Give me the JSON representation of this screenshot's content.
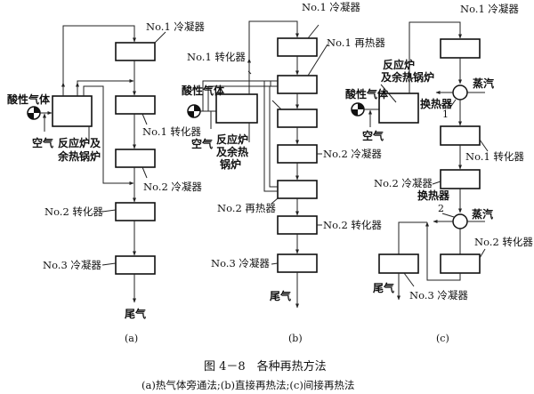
{
  "figure": {
    "title": "图 4－8　各种再热方法",
    "subtitle": "(a)热气体旁通法;(b)直接再热法;(c)间接再热法"
  },
  "panel_a": {
    "label": "(a)",
    "acid_gas": "酸性气体",
    "air": "空气",
    "furnace_line1": "反应炉及",
    "furnace_line2": "余热锅炉",
    "condenser1": "No.1 冷凝器",
    "converter1": "No.1 转化器",
    "condenser2": "No.2 冷凝器",
    "converter2": "No.2 转化器",
    "condenser3": "No.3 冷凝器",
    "tail_gas": "尾气"
  },
  "panel_b": {
    "label": "(b)",
    "acid_gas": "酸性气体",
    "air": "空气",
    "furnace_line1": "反应炉",
    "furnace_line2": "及余热",
    "furnace_line3": "锅炉",
    "condenser1": "No.1 冷凝器",
    "reheater1": "No.1 再热器",
    "converter1": "No.1 转化器",
    "condenser2": "No.2 冷凝器",
    "reheater2": "No.2 再热器",
    "converter2": "No.2 转化器",
    "condenser3": "No.3 冷凝器",
    "tail_gas": "尾气"
  },
  "panel_c": {
    "label": "(c)",
    "acid_gas": "酸性气体",
    "air": "空气",
    "furnace_line1": "反应炉",
    "furnace_line2": "及余热锅炉",
    "condenser1": "No.1 冷凝器",
    "exchanger": "换热器",
    "exchanger1_num": "1",
    "steam1": "蒸汽",
    "converter1": "No.1 转化器",
    "condenser2": "No.2 冷凝器",
    "exchanger2_num": "2",
    "steam2": "蒸汽",
    "converter2": "No.2 转化器",
    "condenser3": "No.3 冷凝器",
    "tail_gas": "尾气"
  }
}
